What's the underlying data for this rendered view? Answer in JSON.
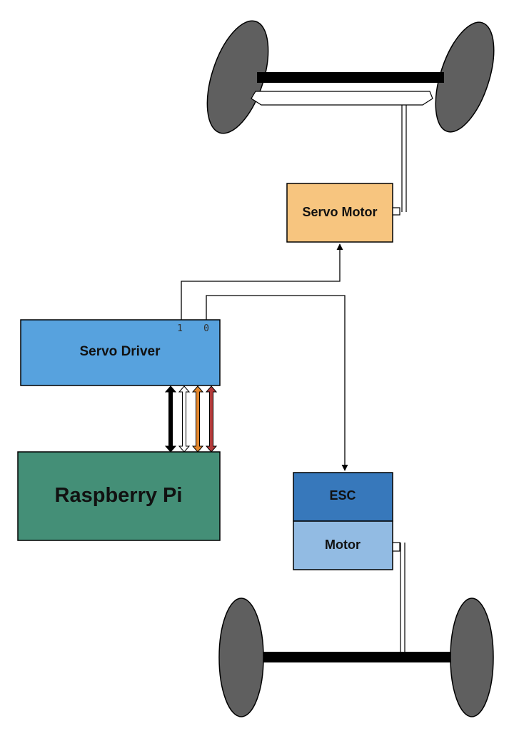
{
  "blocks": {
    "servo_motor": {
      "label": "Servo Motor",
      "color": "#f7c57f"
    },
    "servo_driver": {
      "label": "Servo Driver",
      "color": "#57a2de"
    },
    "raspberry_pi": {
      "label": "Raspberry Pi",
      "color": "#448f77"
    },
    "esc": {
      "label": "ESC",
      "color": "#3778bb"
    },
    "motor": {
      "label": "Motor",
      "color": "#92bbe3"
    }
  },
  "driver_pins": {
    "channel_1": "1",
    "channel_0": "0"
  },
  "bus_wires": [
    {
      "color": "#000000"
    },
    {
      "color": "#ffffff"
    },
    {
      "color": "#e3872e"
    },
    {
      "color": "#b23a3a"
    }
  ],
  "wheel_color": "#5f5f5f",
  "axle_color": "#000000"
}
